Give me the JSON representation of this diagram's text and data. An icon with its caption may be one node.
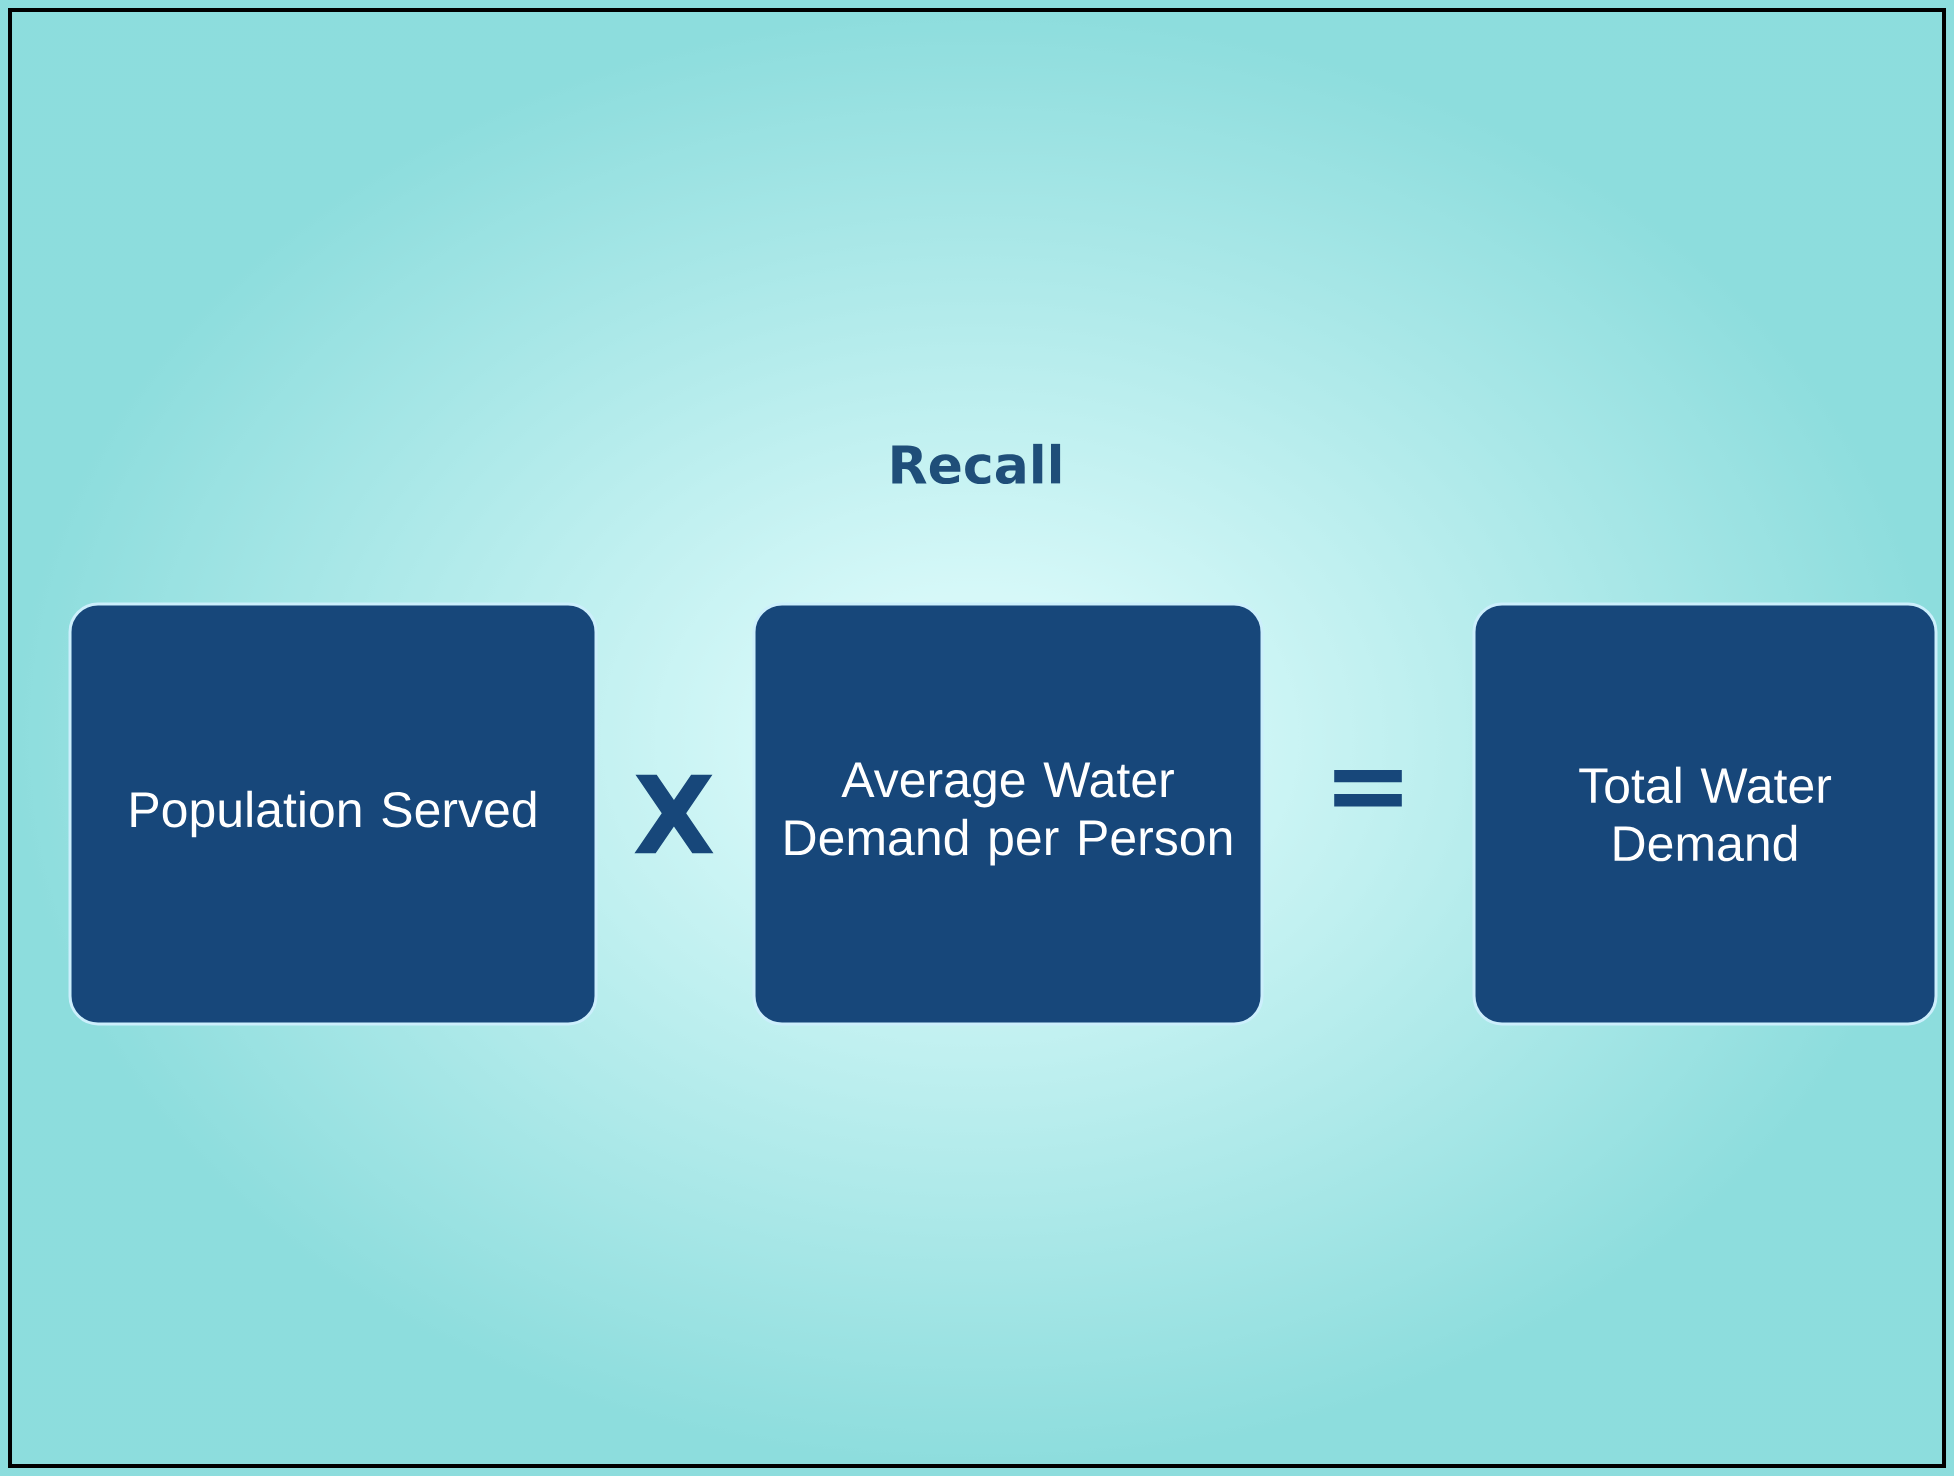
{
  "diagram": {
    "title": "Recall",
    "nodes": [
      {
        "text": [
          "Population Served"
        ]
      },
      {
        "text": [
          "Average Water Demand per Person"
        ]
      },
      {
        "text": [
          "Total Water Demand"
        ]
      }
    ],
    "labels": [
      "X",
      "="
    ]
  }
}
